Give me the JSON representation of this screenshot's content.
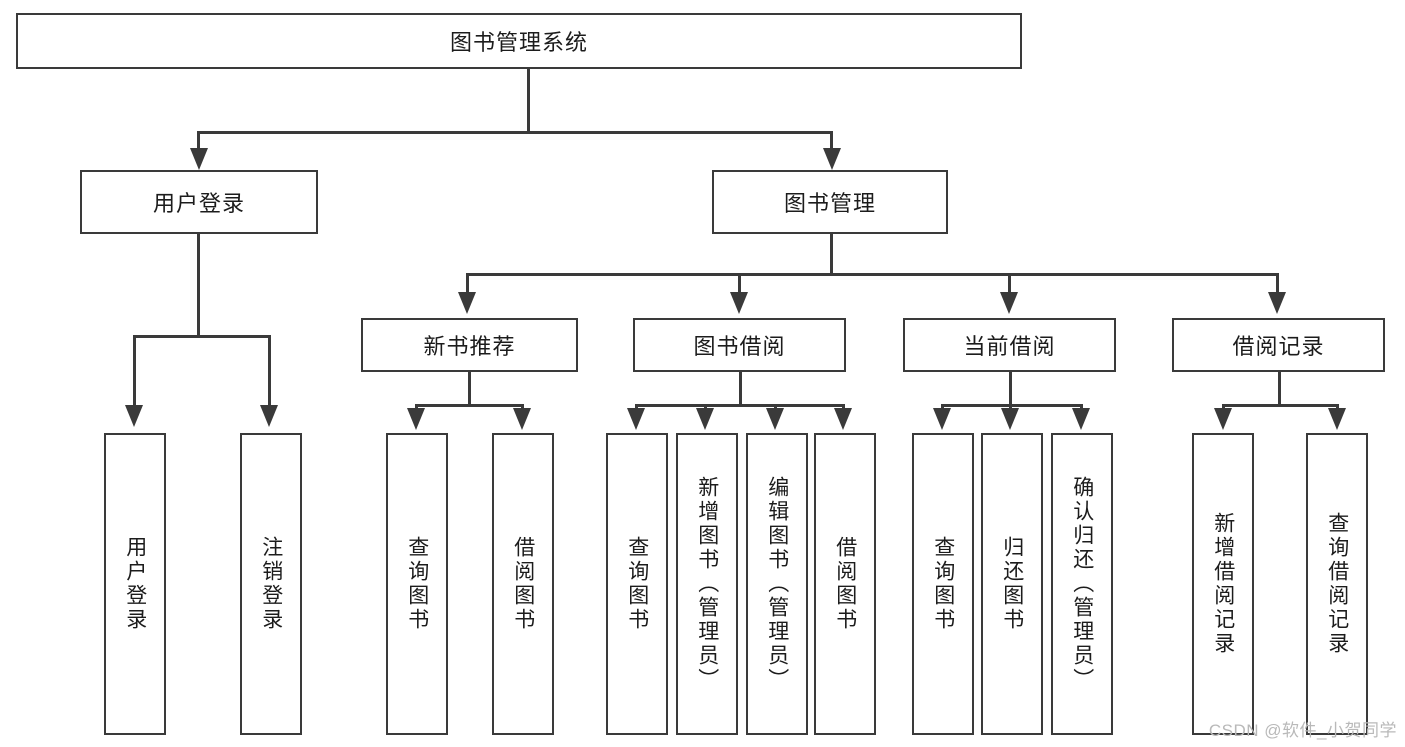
{
  "diagram": {
    "type": "tree-hierarchy-chart",
    "title": "图书管理系统",
    "root": {
      "id": "root",
      "label": "图书管理系统"
    },
    "level1": [
      {
        "id": "user-login",
        "label": "用户登录"
      },
      {
        "id": "book-management",
        "label": "图书管理"
      }
    ],
    "level2": [
      {
        "id": "new-book-recommend",
        "label": "新书推荐",
        "parent": "book-management"
      },
      {
        "id": "book-borrow",
        "label": "图书借阅",
        "parent": "book-management"
      },
      {
        "id": "current-borrow",
        "label": "当前借阅",
        "parent": "book-management"
      },
      {
        "id": "borrow-record",
        "label": "借阅记录",
        "parent": "book-management"
      }
    ],
    "leaves": [
      {
        "id": "leaf-user-login",
        "label": "用户登录",
        "parent": "user-login"
      },
      {
        "id": "leaf-logout-login",
        "label": "注销登录",
        "parent": "user-login"
      },
      {
        "id": "leaf-query-book-1",
        "label": "查询图书",
        "parent": "new-book-recommend"
      },
      {
        "id": "leaf-borrow-book-1",
        "label": "借阅图书",
        "parent": "new-book-recommend"
      },
      {
        "id": "leaf-query-book-2",
        "label": "查询图书",
        "parent": "book-borrow"
      },
      {
        "id": "leaf-add-book",
        "label": "新增图书（管理员）",
        "parent": "book-borrow"
      },
      {
        "id": "leaf-edit-book",
        "label": "编辑图书（管理员）",
        "parent": "book-borrow"
      },
      {
        "id": "leaf-borrow-book-2",
        "label": "借阅图书",
        "parent": "book-borrow"
      },
      {
        "id": "leaf-query-book-3",
        "label": "查询图书",
        "parent": "current-borrow"
      },
      {
        "id": "leaf-return-book",
        "label": "归还图书",
        "parent": "current-borrow"
      },
      {
        "id": "leaf-confirm-return",
        "label": "确认归还（管理员）",
        "parent": "current-borrow"
      },
      {
        "id": "leaf-add-record",
        "label": "新增借阅记录",
        "parent": "borrow-record"
      },
      {
        "id": "leaf-query-record",
        "label": "查询借阅记录",
        "parent": "borrow-record"
      }
    ],
    "colors": {
      "stroke": "#3a3a3a",
      "background": "#ffffff",
      "text": "#1c1c1c",
      "watermark": "#b9b9b9"
    }
  },
  "watermark": {
    "text": "CSDN @软件_小贺同学"
  }
}
